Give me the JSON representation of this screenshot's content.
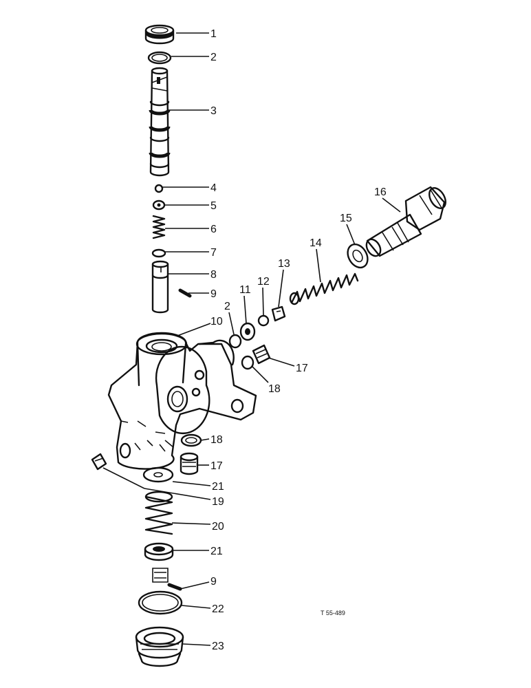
{
  "figure_ref": "T 55-489",
  "callouts": {
    "c1": "1",
    "c2": "2",
    "c3": "3",
    "c4": "4",
    "c5": "5",
    "c6": "6",
    "c7": "7",
    "c8": "8",
    "c9a": "9",
    "c10": "10",
    "c11": "11",
    "c2b": "2",
    "c12": "12",
    "c13": "13",
    "c14": "14",
    "c15": "15",
    "c16": "16",
    "c17a": "17",
    "c18a": "18",
    "c18b": "18",
    "c17b": "17",
    "c21a": "21",
    "c19": "19",
    "c20": "20",
    "c21b": "21",
    "c9b": "9",
    "c22": "22",
    "c23": "23"
  }
}
